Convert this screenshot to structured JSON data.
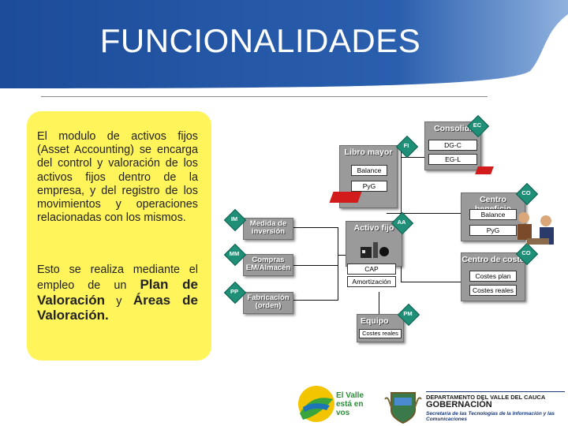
{
  "header": {
    "title": "FUNCIONALIDADES"
  },
  "note": {
    "p1": "El modulo de activos fijos (Asset Accounting) se encarga del control y valoración de los activos fijos dentro de la empresa, y del registro de los movimientos y operaciones relacionadas con los mismos.",
    "p2_a": "Esto se realiza mediante el empleo de un ",
    "p2_b": "Plan de Valoración",
    "p2_c": " y ",
    "p2_d": "Áreas de Valoración."
  },
  "diagram": {
    "modules": {
      "consolid": {
        "title": "Consolid.",
        "badge": "EC",
        "items": [
          "DG-C",
          "EG-L"
        ]
      },
      "libro_mayor": {
        "title": "Libro mayor",
        "badge": "FI",
        "items": [
          "Balance",
          "PyG"
        ]
      },
      "centro_beneficio": {
        "title": "Centro beneficio",
        "badge": "CO",
        "items": [
          "Balance",
          "PyG"
        ]
      },
      "activo_fijo": {
        "title": "Activo fijo",
        "badge": "AA",
        "items": [
          "CAP",
          "Amortización"
        ]
      },
      "centro_coste": {
        "title": "Centro de coste",
        "badge": "CO",
        "items": [
          "Costes plan",
          "Costes reales"
        ]
      },
      "medida": {
        "title": "Medida de inversión",
        "badge": "IM"
      },
      "compras": {
        "title": "Compras EM/Almacén",
        "badge": "MM"
      },
      "fabricacion": {
        "title": "Fabricación (orden)",
        "badge": "PP"
      },
      "equipo": {
        "title": "Equipo",
        "badge": "PM",
        "items": [
          "Costes reales"
        ]
      }
    }
  },
  "footer": {
    "valle_logo": "El Valle está en vos",
    "dept_line1": "DEPARTAMENTO DEL VALLE DEL CAUCA",
    "dept_line2": "GOBERNACIÓN",
    "dept_line3": "Secretaría de las Tecnologías de la Información y las Comunicaciones"
  },
  "colors": {
    "header_blue": "#1e4e9e",
    "note_yellow": "#fff45a",
    "module_grey": "#9a9a9a",
    "badge_green": "#1f8f78"
  }
}
